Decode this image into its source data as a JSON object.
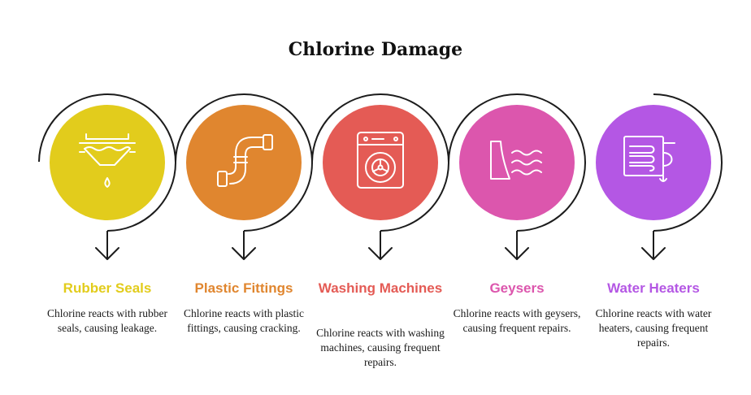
{
  "title": "Chlorine Damage",
  "items": [
    {
      "label": "Rubber Seals",
      "description": "Chlorine reacts with rubber seals, causing leakage.",
      "color": "#E2CC1C",
      "icon": "rubber-seal-drip-icon"
    },
    {
      "label": "Plastic Fittings",
      "description": "Chlorine reacts with plastic fittings, causing cracking.",
      "color": "#E0862F",
      "icon": "pipe-fitting-icon"
    },
    {
      "label": "Washing Machines",
      "description": "Chlorine reacts with washing machines, causing frequent repairs.",
      "color": "#E45B55",
      "icon": "washing-machine-icon"
    },
    {
      "label": "Geysers",
      "description": "Chlorine reacts with geysers, causing frequent repairs.",
      "color": "#DC56AD",
      "icon": "geyser-water-icon"
    },
    {
      "label": "Water Heaters",
      "description": "Chlorine reacts with water heaters, causing frequent repairs.",
      "color": "#B457E4",
      "icon": "water-heater-icon"
    }
  ]
}
